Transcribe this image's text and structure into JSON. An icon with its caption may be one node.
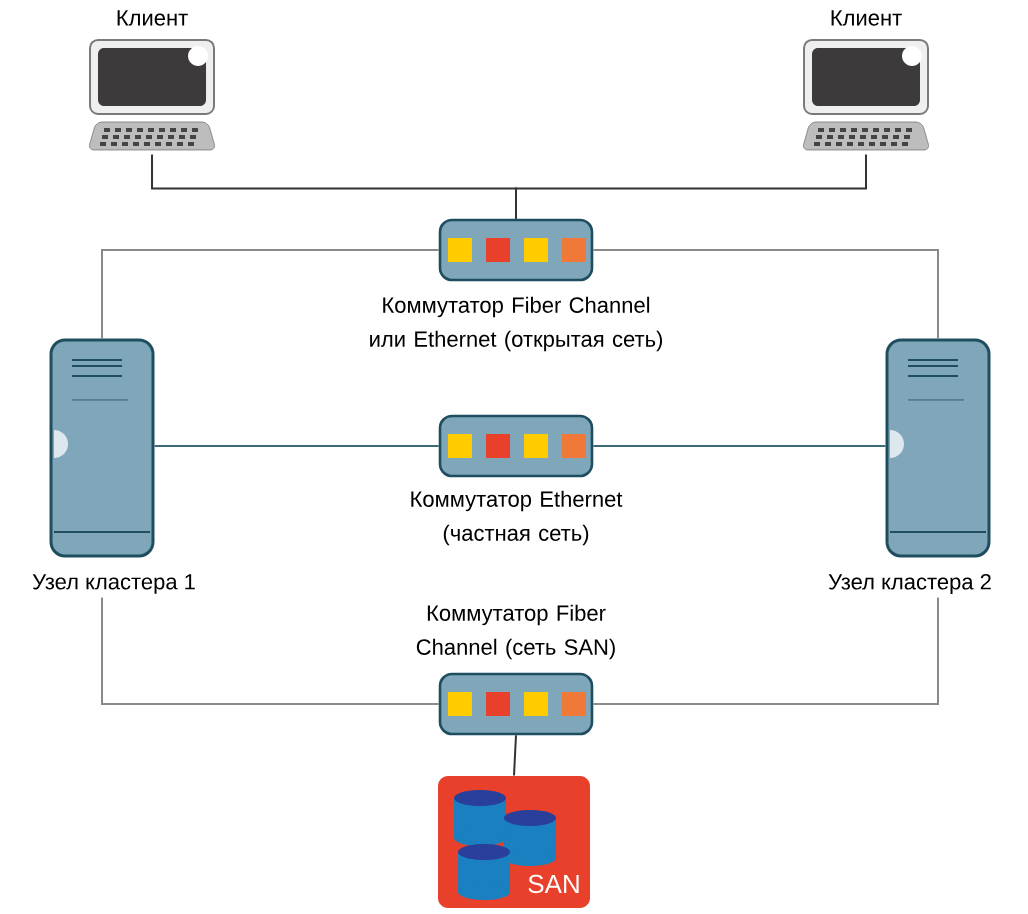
{
  "diagram": {
    "nodes": [
      {
        "text": [
          "Клиент"
        ]
      },
      {
        "text": [
          "Клиент"
        ]
      },
      {
        "text": [
          "Коммутатор Fiber Channel или Ethernet (открытая сеть)"
        ]
      },
      {
        "text": [
          "Узел кластера 1"
        ]
      },
      {
        "text": [
          "Коммутатор Ethernet (частная сеть)"
        ]
      },
      {
        "text": [
          "Узел кластера 2"
        ]
      },
      {
        "text": [
          "Коммутатор Fiber Channel (сеть SAN)"
        ]
      },
      {
        "text": [
          "SAN"
        ]
      }
    ],
    "edges": [
      {
        "from": 0,
        "to": 2,
        "arrow": "none",
        "color": "#333333"
      },
      {
        "from": 1,
        "to": 2,
        "arrow": "none",
        "color": "#333333"
      },
      {
        "from": 2,
        "to": 3,
        "arrow": "none"
      },
      {
        "from": 2,
        "to": 5,
        "arrow": "none"
      },
      {
        "from": 3,
        "to": 4,
        "arrow": "none",
        "color": "#3b6a78"
      },
      {
        "from": 4,
        "to": 5,
        "arrow": "none",
        "color": "#3b6a78"
      },
      {
        "from": 3,
        "to": 6,
        "arrow": "none"
      },
      {
        "from": 6,
        "to": 5,
        "arrow": "none"
      },
      {
        "from": 6,
        "to": 7,
        "arrow": "none",
        "color": "#333333"
      }
    ]
  }
}
